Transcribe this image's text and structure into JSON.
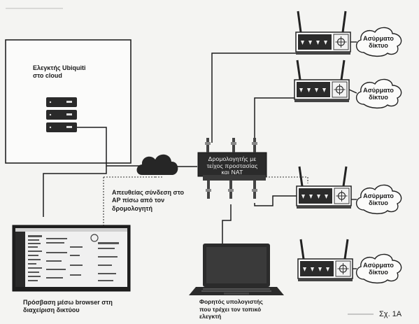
{
  "cloud_controller": {
    "label_line1": "Ελεγκτής Ubiquiti",
    "label_line2": "στο cloud"
  },
  "firewall_router": {
    "label_line1": "Δρομολογητής με",
    "label_line2": "τείχος προστασίας",
    "label_line3": "και NAT"
  },
  "direct_connection": {
    "line1": "Απευθείας σύνδεση στο",
    "line2": "AP πίσω από τον",
    "line3": "δρομολογητή"
  },
  "browser_access": {
    "line1": "Πρόσβαση μέσω browser στη",
    "line2": "διαχείριση δικτύου"
  },
  "laptop_controller": {
    "line1": "Φορητός υπολογιστής",
    "line2": "που τρέχει τον τοπικό",
    "line3": "ελεγκτή"
  },
  "wireless_networks": [
    {
      "line1": "Ασύρματο",
      "line2": "δίκτυο"
    },
    {
      "line1": "Ασύρματο",
      "line2": "δίκτυο"
    },
    {
      "line1": "Ασύρματο",
      "line2": "δίκτυο"
    },
    {
      "line1": "Ασύρματο",
      "line2": "δίκτυο"
    }
  ],
  "figure_label": "Σχ. 1A",
  "colors": {
    "line": "#1c1c1c",
    "device": "#2a2a2a",
    "cloud_fill": "#262626"
  }
}
